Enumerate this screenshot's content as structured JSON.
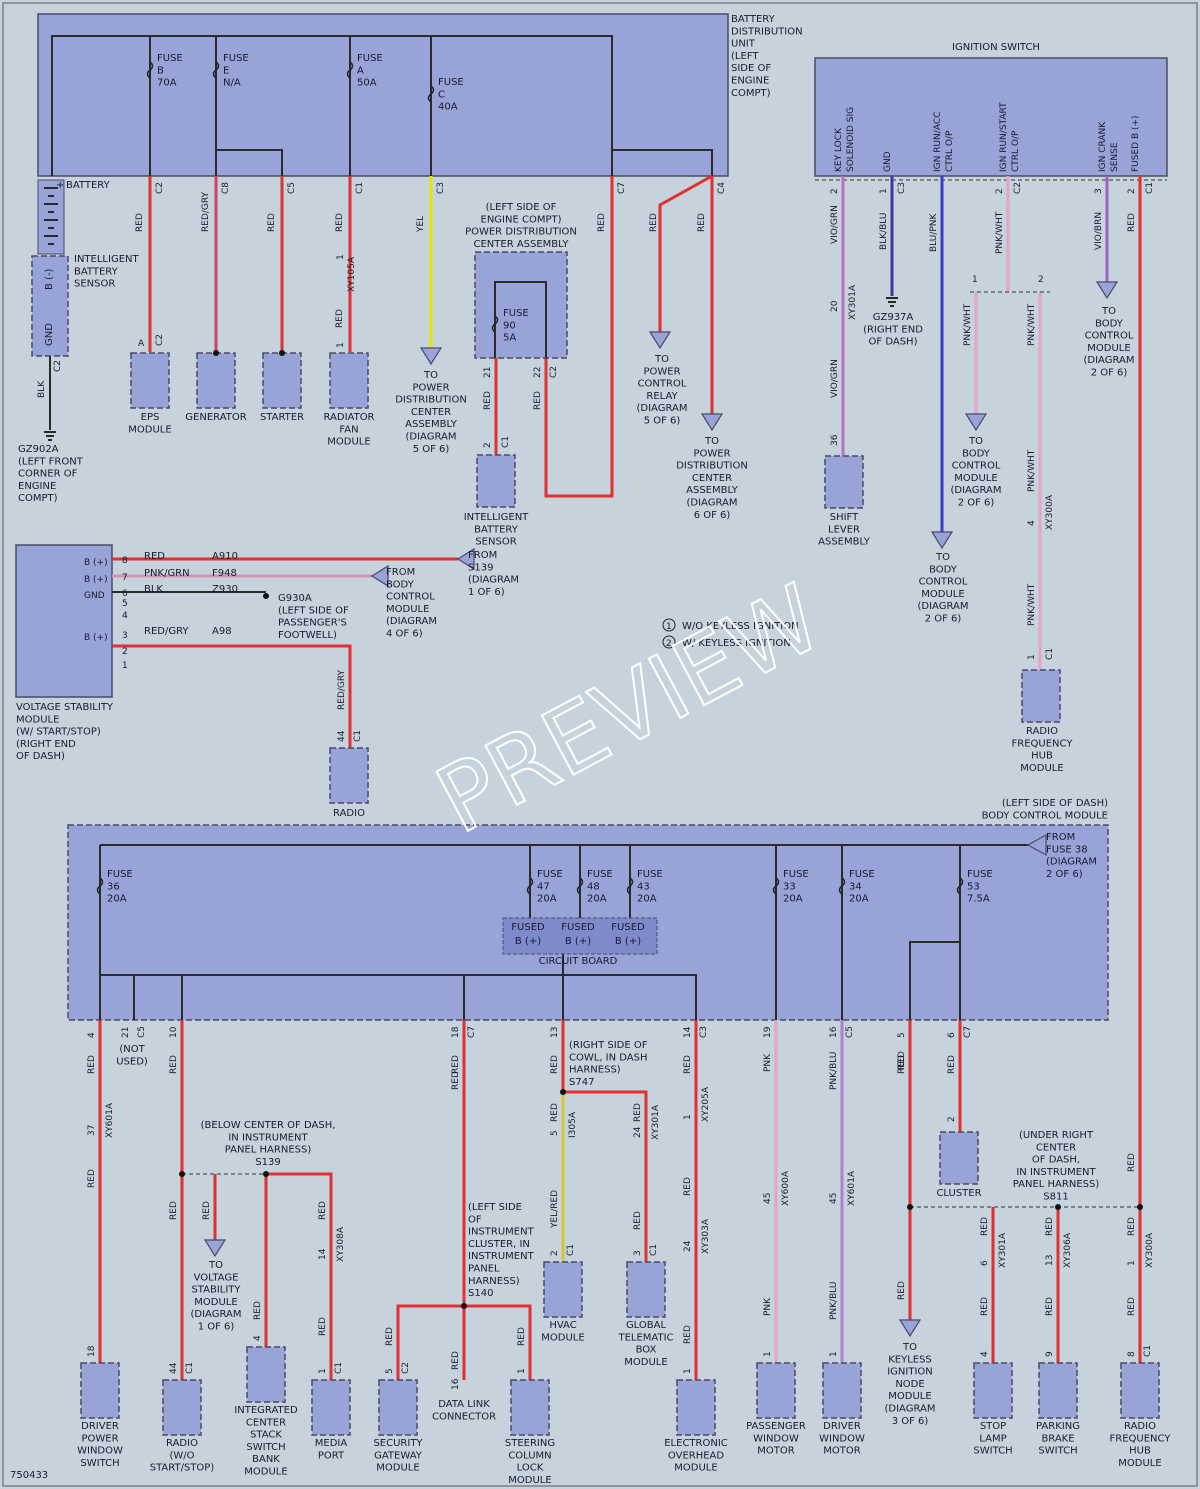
{
  "diagram_id": "750433",
  "watermark": "PREVIEW",
  "battery_dist": {
    "title": [
      "BATTERY",
      "DISTRIBUTION",
      "UNIT",
      "(LEFT",
      "SIDE OF",
      "ENGINE",
      "COMPT)"
    ],
    "fuses": [
      {
        "name": "FUSE",
        "letter": "B",
        "rating": "70A"
      },
      {
        "name": "FUSE",
        "letter": "E",
        "rating": "N/A"
      },
      {
        "name": "FUSE",
        "letter": "A",
        "rating": "50A"
      },
      {
        "name": "FUSE",
        "letter": "C",
        "rating": "40A"
      }
    ],
    "pins": [
      "C2",
      "C8",
      "C5",
      "C1",
      "C3",
      "C7",
      "C4"
    ],
    "battery_label": "BATTERY",
    "battery_plus": "+",
    "battery_minus": "-"
  },
  "ibs_left": {
    "label": [
      "INTELLIGENT",
      "BATTERY",
      "SENSOR"
    ],
    "pin_b": "B (-)",
    "pin_gnd": "GND",
    "conn": "C2",
    "wire": "BLK",
    "ground": [
      "GZ902A",
      "(LEFT FRONT",
      "CORNER OF",
      "ENGINE",
      "COMPT)"
    ]
  },
  "wires_top": [
    {
      "color": "RED",
      "pin": "C2"
    },
    {
      "color": "RED/GRY",
      "pin": "C8"
    },
    {
      "color": "RED",
      "pin": "C5"
    },
    {
      "color": "RED",
      "pin": "C1",
      "ckt": "XY105A",
      "n": "1"
    },
    {
      "color": "YEL",
      "pin": "C3"
    },
    {
      "color": "RED",
      "pin": "C7"
    },
    {
      "color": "RED",
      "pin": "C4"
    }
  ],
  "modules_top": {
    "eps": [
      "EPS",
      "MODULE"
    ],
    "eps_pin": "A",
    "eps_conn": "C2",
    "generator": "GENERATOR",
    "starter": "STARTER",
    "radfan": [
      "RADIATOR",
      "FAN",
      "MODULE"
    ],
    "radfan_pin": "1",
    "to_pdc": [
      "TO",
      "POWER",
      "DISTRIBUTION",
      "CENTER",
      "ASSEMBLY",
      "(DIAGRAM",
      "5 OF 6)"
    ],
    "to_pcr": [
      "TO",
      "POWER",
      "CONTROL",
      "RELAY",
      "(DIAGRAM",
      "5 OF 6)"
    ],
    "to_pdc6": [
      "TO",
      "POWER",
      "DISTRIBUTION",
      "CENTER",
      "ASSEMBLY",
      "(DIAGRAM",
      "6 OF 6)"
    ]
  },
  "pdc": {
    "title": [
      "(LEFT SIDE OF",
      "ENGINE COMPT)",
      "POWER DISTRIBUTION",
      "CENTER ASSEMBLY"
    ],
    "fuse": [
      "FUSE",
      "90",
      "5A"
    ],
    "pin21": "21",
    "pin22": "22",
    "conn": "C2",
    "wire_a": "RED",
    "wire_b": "RED",
    "ibs": [
      "INTELLIGENT",
      "BATTERY",
      "SENSOR"
    ],
    "ibs_pin": "2",
    "ibs_conn": "C1"
  },
  "ign": {
    "title": "IGNITION SWITCH",
    "cols": [
      {
        "name": [
          "KEY LOCK",
          "SOLENOID SIG"
        ],
        "pin": "2",
        "wire": "VIO/GRN"
      },
      {
        "name": [
          "GND"
        ],
        "pin": "1",
        "conn": "C3",
        "wire": "BLK/BLU"
      },
      {
        "name": [
          "IGN RUN/ACC",
          "CTRL O/P"
        ],
        "pin": "",
        "wire": "BLU/PNK"
      },
      {
        "name": [
          "IGN RUN/START",
          "CTRL O/P"
        ],
        "pin": "2",
        "conn": "C2",
        "wire": "PNK/WHT"
      },
      {
        "name": [
          "IGN CRANK",
          "SENSE"
        ],
        "pin": "3",
        "wire": "VIO/BRN"
      },
      {
        "name": [
          "FUSED B (+)"
        ],
        "pin": "2",
        "conn": "C1",
        "wire": "RED"
      }
    ],
    "vio_ckt": "XY301A",
    "vio_n": "20",
    "vio_wire2": "VIO/GRN",
    "shift_pin": "36",
    "shift": [
      "SHIFT",
      "LEVER",
      "ASSEMBLY"
    ],
    "gnd": [
      "GZ937A",
      "(RIGHT END",
      "OF DASH)"
    ],
    "bcm2": [
      "TO",
      "BODY",
      "CONTROL",
      "MODULE",
      "(DIAGRAM",
      "2 OF 6)"
    ],
    "opt1": "1",
    "opt2": "2",
    "pnk1": "PNK/WHT",
    "pnk2": "PNK/WHT",
    "pnk3": "PNK/WHT",
    "pnk4": "PNK/WHT",
    "rf_ckt": "XY300A",
    "rf_n": "4",
    "rf_pin": "1",
    "rf_conn": "C1",
    "rf": [
      "RADIO",
      "FREQUENCY",
      "HUB",
      "MODULE"
    ]
  },
  "legend": [
    "W/O KEYLESS IGNITION",
    "W/ KEYLESS IGNITION"
  ],
  "vsm": {
    "label": [
      "VOLTAGE STABILITY",
      "MODULE",
      "(W/ START/STOP)",
      "(RIGHT END",
      "OF DASH)"
    ],
    "rows": [
      {
        "pin": "8",
        "name": "B (+)",
        "wire": "RED",
        "ckt": "A910"
      },
      {
        "pin": "7",
        "name": "B (+)",
        "wire": "PNK/GRN",
        "ckt": "F948"
      },
      {
        "pin": "6",
        "name": "GND",
        "wire": "BLK",
        "ckt": "Z930"
      },
      {
        "pin": "5",
        "name": "",
        "wire": "",
        "ckt": ""
      },
      {
        "pin": "4",
        "name": "",
        "wire": "",
        "ckt": ""
      },
      {
        "pin": "3",
        "name": "B (+)",
        "wire": "RED/GRY",
        "ckt": "A98"
      },
      {
        "pin": "2",
        "name": "",
        "wire": "",
        "ckt": ""
      },
      {
        "pin": "1",
        "name": "",
        "wire": "",
        "ckt": ""
      }
    ],
    "from_s139": [
      "FROM",
      "S139",
      "(DIAGRAM",
      "1 OF 6)"
    ],
    "from_bcm": [
      "FROM",
      "BODY",
      "CONTROL",
      "MODULE",
      "(DIAGRAM",
      "4 OF 6)"
    ],
    "gnd": [
      "G930A",
      "(LEFT SIDE OF",
      "PASSENGER'S",
      "FOOTWELL)"
    ],
    "radio_wire": "RED/GRY",
    "radio_pin": "44",
    "radio_conn": "C1",
    "radio": "RADIO"
  },
  "bcm": {
    "title": [
      "(LEFT SIDE OF DASH)",
      "BODY CONTROL MODULE"
    ],
    "from": [
      "FROM",
      "FUSE 38",
      "(DIAGRAM",
      "2 OF 6)"
    ],
    "fuses": [
      {
        "name": "FUSE",
        "num": "36",
        "rating": "20A"
      },
      {
        "name": "FUSE",
        "num": "47",
        "rating": "20A"
      },
      {
        "name": "FUSE",
        "num": "48",
        "rating": "20A"
      },
      {
        "name": "FUSE",
        "num": "43",
        "rating": "20A"
      },
      {
        "name": "FUSE",
        "num": "33",
        "rating": "20A"
      },
      {
        "name": "FUSE",
        "num": "34",
        "rating": "20A"
      },
      {
        "name": "FUSE",
        "num": "53",
        "rating": "7.5A"
      }
    ],
    "fused": "FUSED",
    "bplus": "B (+)",
    "circuit_board": "CIRCUIT BOARD"
  },
  "bottom": {
    "pins": [
      {
        "pin": "4",
        "conn": ""
      },
      {
        "pin": "21",
        "conn": "C5"
      },
      {
        "pin": "10",
        "conn": ""
      },
      {
        "pin": "18",
        "conn": "C7"
      },
      {
        "pin": "13",
        "conn": ""
      },
      {
        "pin": "14",
        "conn": "C3"
      },
      {
        "pin": "19",
        "conn": ""
      },
      {
        "pin": "16",
        "conn": "C5"
      },
      {
        "pin": "5",
        "conn": ""
      },
      {
        "pin": "6",
        "conn": "C7"
      }
    ],
    "not_used": [
      "(NOT",
      "USED)"
    ],
    "red": "RED",
    "pnk": "PNK",
    "pnkblu": "PNK/BLU",
    "yelred": "YEL/RED",
    "s139": [
      "(BELOW CENTER OF DASH,",
      "IN INSTRUMENT",
      "PANEL HARNESS)",
      "S139"
    ],
    "s140": [
      "(LEFT SIDE",
      "OF",
      "INSTRUMENT",
      "CLUSTER, IN",
      "INSTRUMENT",
      "PANEL",
      "HARNESS)",
      "S140"
    ],
    "s747": [
      "(RIGHT SIDE OF",
      "COWL, IN DASH",
      "HARNESS)",
      "S747"
    ],
    "s811": [
      "(UNDER RIGHT",
      "CENTER",
      "OF DASH,",
      "IN INSTRUMENT",
      "PANEL HARNESS)",
      "S811"
    ],
    "ckts": {
      "dpw": {
        "ckt": "XY601A",
        "n": "37"
      },
      "media": {
        "ckt": "XY308A",
        "n": "14"
      },
      "hvac": {
        "ckt": "I305A",
        "n": "5"
      },
      "gtb": {
        "ckt": "XY301A",
        "n": "24"
      },
      "eom1": {
        "ckt": "XY205A",
        "n": "1"
      },
      "eom2": {
        "ckt": "XY303A",
        "n": "24"
      },
      "pwm": {
        "ckt": "XY600A",
        "n": "45"
      },
      "dwm": {
        "ckt": "XY601A",
        "n": "45"
      },
      "stop": {
        "ckt": "XY301A",
        "n": "6"
      },
      "park": {
        "ckt": "XY306A",
        "n": "13"
      },
      "rfh": {
        "ckt": "XY300A",
        "n": "1"
      }
    },
    "cluster_pin": "2",
    "cluster": "CLUSTER",
    "to_vsm": [
      "TO",
      "VOLTAGE",
      "STABILITY",
      "MODULE",
      "(DIAGRAM",
      "1 OF 6)"
    ],
    "to_kin": [
      "TO",
      "KEYLESS",
      "IGNITION",
      "NODE",
      "MODULE",
      "(DIAGRAM",
      "3 OF 6)"
    ],
    "modules": [
      {
        "label": [
          "DRIVER",
          "POWER",
          "WINDOW",
          "SWITCH"
        ],
        "pin": "18",
        "conn": ""
      },
      {
        "label": [
          "RADIO",
          "(W/O",
          "START/STOP)"
        ],
        "pin": "44",
        "conn": "C1"
      },
      {
        "label": [
          "INTEGRATED",
          "CENTER",
          "STACK",
          "SWITCH",
          "BANK",
          "MODULE"
        ],
        "pin": "4",
        "conn": ""
      },
      {
        "label": [
          "MEDIA",
          "PORT"
        ],
        "pin": "1",
        "conn": "C1"
      },
      {
        "label": [
          "SECURITY",
          "GATEWAY",
          "MODULE"
        ],
        "pin": "5",
        "conn": "C2"
      },
      {
        "label": [
          "DATA LINK",
          "CONNECTOR"
        ],
        "pin": "16",
        "conn": ""
      },
      {
        "label": [
          "STEERING",
          "COLUMN",
          "LOCK",
          "MODULE"
        ],
        "pin": "1",
        "conn": ""
      },
      {
        "label": [
          "HVAC",
          "MODULE"
        ],
        "pin": "2",
        "conn": "C1"
      },
      {
        "label": [
          "GLOBAL",
          "TELEMATIC",
          "BOX",
          "MODULE"
        ],
        "pin": "3",
        "conn": "C1"
      },
      {
        "label": [
          "ELECTRONIC",
          "OVERHEAD",
          "MODULE"
        ],
        "pin": "1",
        "conn": ""
      },
      {
        "label": [
          "PASSENGER",
          "WINDOW",
          "MOTOR"
        ],
        "pin": "1",
        "conn": ""
      },
      {
        "label": [
          "DRIVER",
          "WINDOW",
          "MOTOR"
        ],
        "pin": "1",
        "conn": ""
      },
      {
        "label": [
          "STOP",
          "LAMP",
          "SWITCH"
        ],
        "pin": "4",
        "conn": ""
      },
      {
        "label": [
          "PARKING",
          "BRAKE",
          "SWITCH"
        ],
        "pin": "9",
        "conn": ""
      },
      {
        "label": [
          "RADIO",
          "FREQUENCY",
          "HUB",
          "MODULE"
        ],
        "pin": "8",
        "conn": "C1"
      }
    ]
  }
}
